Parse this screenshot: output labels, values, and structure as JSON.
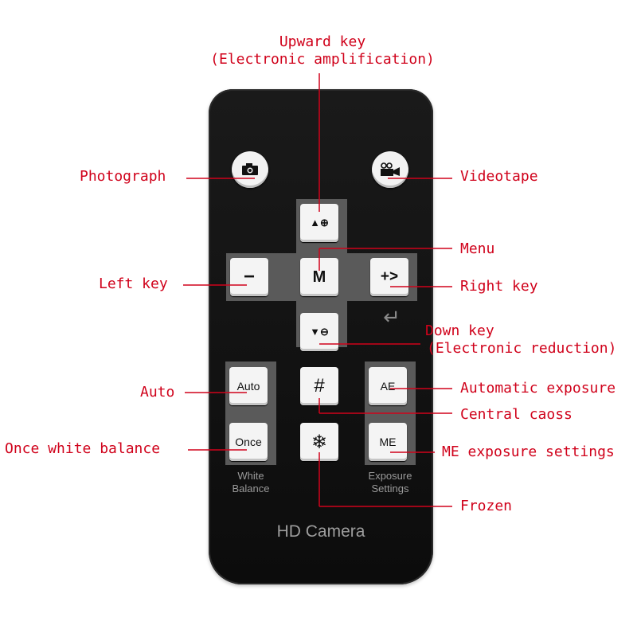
{
  "labels": {
    "upward_line1": "Upward key",
    "upward_line2": "(Electronic amplification)",
    "photograph": "Photograph",
    "videotape": "Videotape",
    "menu": "Menu",
    "left": "Left key",
    "right": "Right key",
    "down_line1": "Down key",
    "down_line2": "(Electronic reduction)",
    "auto": "Auto",
    "auto_exposure": "Automatic exposure",
    "central": "Central caoss",
    "once_wb": "Once white balance",
    "me_settings": "ME exposure settings",
    "frozen": "Frozen"
  },
  "remote": {
    "brand": "HD Camera",
    "white_balance_line1": "White",
    "white_balance_line2": "Balance",
    "exposure_line1": "Exposure",
    "exposure_line2": "Settings",
    "keys": {
      "up": "▲⊕",
      "left": "−",
      "menu": "M",
      "right": "+>",
      "down": "▼⊖",
      "auto": "Auto",
      "cross": "#",
      "ae": "AE",
      "once": "Once",
      "freeze": "❄",
      "me": "ME",
      "enter": "↵"
    }
  },
  "colors": {
    "label": "#d0021b",
    "line": "#d0021b"
  }
}
